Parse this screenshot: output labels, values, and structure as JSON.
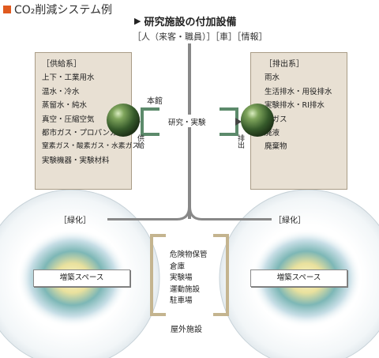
{
  "header": {
    "title": "CO₂削減システム例"
  },
  "facility": {
    "title": "研究施設の付加設備",
    "subtitle": "［人（来客・職員）］［車］［情報］"
  },
  "supply": {
    "title": "［供給系］",
    "items": [
      "上下・工業用水",
      "温水・冷水",
      "蒸留水・純水",
      "真空・圧縮空気",
      "都市ガス・プロパンガス",
      "窒素ガス・酸素ガス・水素ガス",
      "実験機器・実験材料"
    ],
    "arrow_label": "供給"
  },
  "exhaust": {
    "title": "［排出系］",
    "items": [
      "雨水",
      "生活排水・用役排水",
      "実験排水・RI排水",
      "排ガス",
      "廃液",
      "廃棄物"
    ],
    "arrow_label": "排出"
  },
  "main_building": {
    "label": "本館",
    "inner": "研究・実験"
  },
  "greenery": {
    "left_label": "［緑化］",
    "right_label": "［緑化］",
    "left_space": "増築スペース",
    "right_space": "増築スペース"
  },
  "outdoor": {
    "items": [
      "危険物保管",
      "倉庫",
      "実験場",
      "運動施設",
      "駐車場"
    ],
    "label": "屋外施設"
  },
  "colors": {
    "accent": "#e05a1f",
    "box_fill": "#e8e0d3",
    "bracket_green": "#5c8a6b",
    "bracket_tan": "#c4b48f",
    "orb": "#3e6a30"
  }
}
